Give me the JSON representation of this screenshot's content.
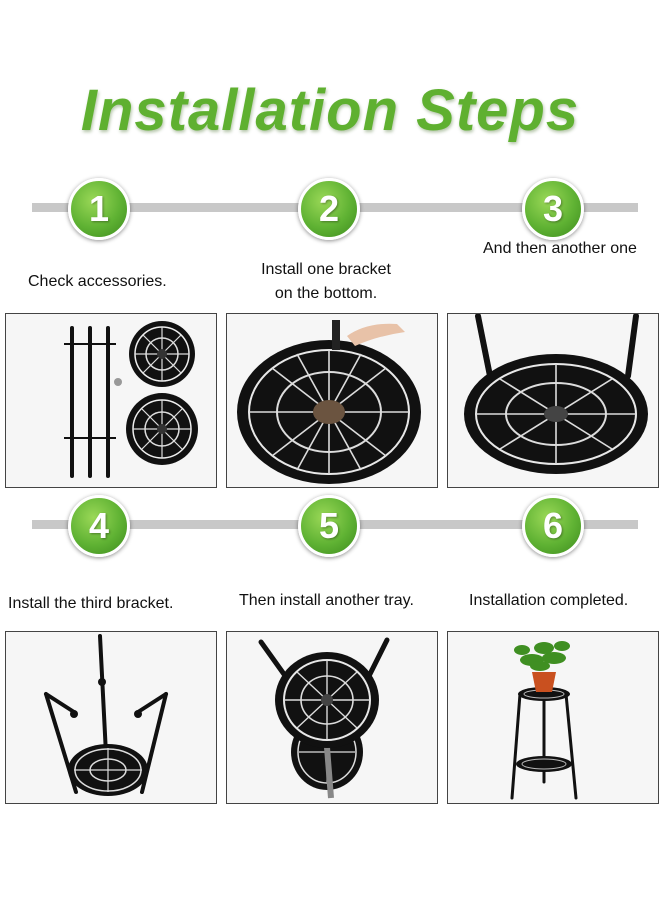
{
  "title": "Installation Steps",
  "colors": {
    "title_green": "#5fb030",
    "badge_green": "#5fb233",
    "timeline_gray": "#c8c8c8",
    "metal_black": "#111111"
  },
  "steps": [
    {
      "number": "1",
      "caption_lines": [
        "Check accessories."
      ],
      "photo": "accessories-photo"
    },
    {
      "number": "2",
      "caption_lines": [
        "Install one bracket",
        "on the bottom."
      ],
      "photo": "bracket-bottom-photo"
    },
    {
      "number": "3",
      "caption_lines": [
        "And then another one"
      ],
      "photo": "second-bracket-photo"
    },
    {
      "number": "4",
      "caption_lines": [
        "Install the third bracket."
      ],
      "photo": "third-bracket-photo"
    },
    {
      "number": "5",
      "caption_lines": [
        "Then install another tray."
      ],
      "photo": "second-tray-photo"
    },
    {
      "number": "6",
      "caption_lines": [
        "Installation completed."
      ],
      "photo": "completed-stand-photo"
    }
  ]
}
